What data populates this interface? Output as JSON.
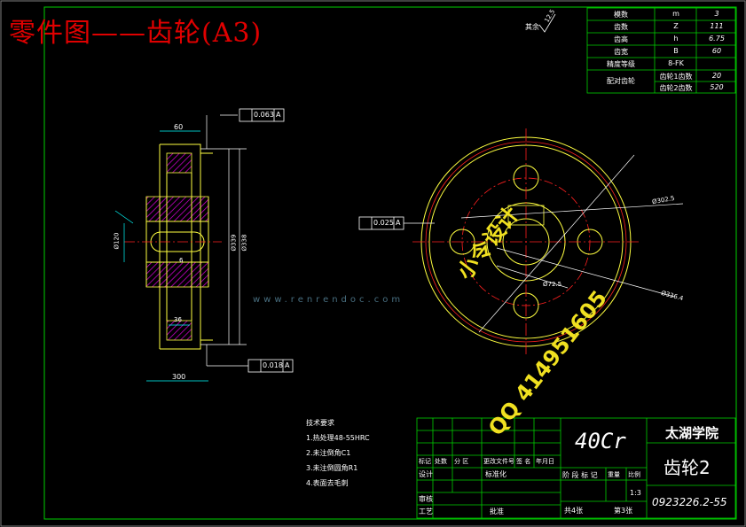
{
  "title": "零件图——齿轮(A3)",
  "roughness_note": "其余",
  "roughness_value": "12.5",
  "params": [
    {
      "name": "模数",
      "sym": "m",
      "val": "3"
    },
    {
      "name": "齿数",
      "sym": "Z",
      "val": "111"
    },
    {
      "name": "齿高",
      "sym": "h",
      "val": "6.75"
    },
    {
      "name": "齿宽",
      "sym": "B",
      "val": "60"
    },
    {
      "name": "精度等级",
      "sym": "8-FK",
      "val": ""
    },
    {
      "name": "配对齿轮",
      "sym": "齿轮1齿数",
      "val": "20"
    },
    {
      "name": "",
      "sym": "齿轮2齿数",
      "val": "520"
    }
  ],
  "tolerances": {
    "top": "0.063",
    "bottom": "0.018",
    "front": "0.025",
    "datum": "A"
  },
  "dims": {
    "width_top": "60",
    "bore": "Ø120",
    "hub_width": "36",
    "width_bottom": "300",
    "dia1": "Ø339",
    "dia2": "Ø338",
    "dia_pcd": "Ø302.5",
    "dia_outer": "Ø336.4",
    "key": "6",
    "pcd_small": "Ø72.5"
  },
  "tech": {
    "heading": "技术要求",
    "items": [
      "1.热处理48-55HRC",
      "2.未注倒角C1",
      "3.未注倒圆角R1",
      "4.表面去毛刺"
    ]
  },
  "titleblock": {
    "material": "40Cr",
    "school": "太湖学院",
    "part": "齿轮2",
    "drawing_no": "0923226.2-55",
    "scale": "1:3",
    "sheets_total": "共4张",
    "sheet_no": "第3张",
    "row_labels": [
      "标记",
      "处数",
      "分 区",
      "更改文件号",
      "签 名",
      "年月日"
    ],
    "design": "设计",
    "std": "标准化",
    "check": "审核",
    "process": "工艺",
    "approve": "批准",
    "stage_labels": [
      "阶 段 标 记",
      "重量",
      "比例"
    ]
  },
  "watermark": {
    "site": "www.renrendoc.com",
    "line1": "小令设计",
    "line2": "QQ 414951605"
  },
  "colors": {
    "frame": "#00d000",
    "gear": "#ffff40",
    "dim": "#00ffff",
    "hatch": "#e000e0",
    "center": "#ff2020",
    "text": "#ffffff",
    "title": "#e00000"
  }
}
